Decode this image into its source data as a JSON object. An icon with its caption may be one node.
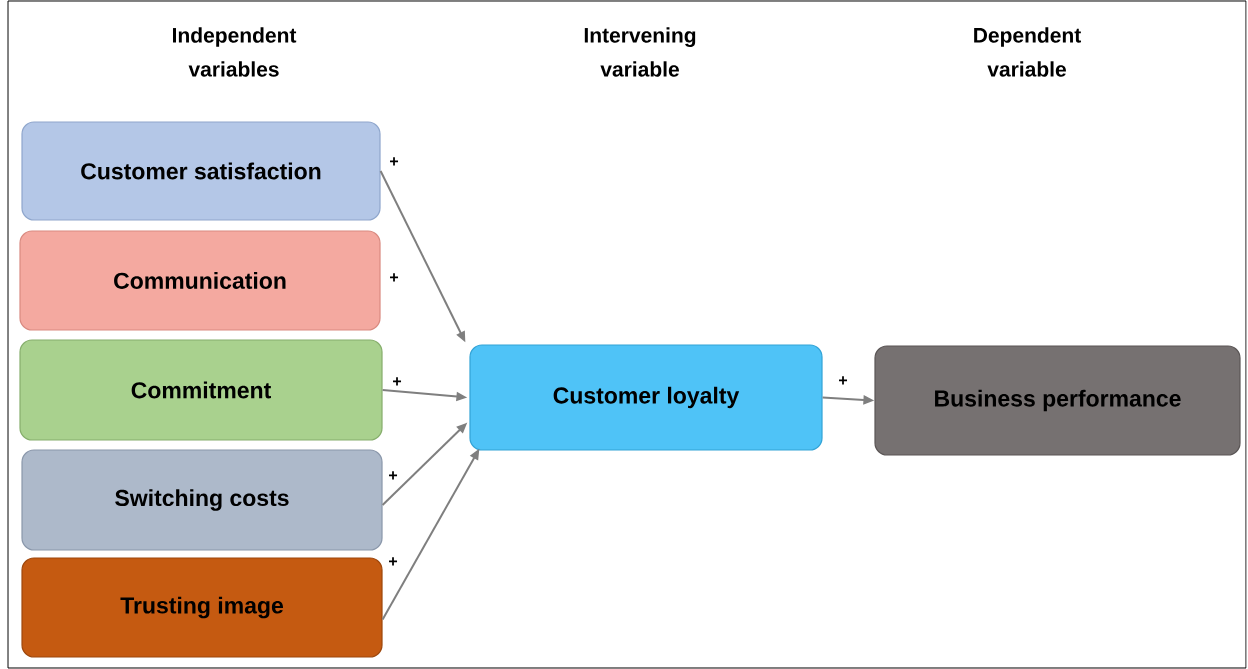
{
  "diagram": {
    "nodes": [
      {
        "text": [
          "Customer satisfaction"
        ]
      },
      {
        "text": [
          "Communication"
        ],
        "beside": [
          "+"
        ]
      },
      {
        "text": [
          "Commitment"
        ]
      },
      {
        "text": [
          "Switching costs"
        ]
      },
      {
        "text": [
          "Trusting image"
        ]
      },
      {
        "text": [
          "Customer loyalty"
        ]
      },
      {
        "text": [
          "Business performance"
        ]
      }
    ],
    "edges": [
      {
        "from": 0,
        "to": 5,
        "arrow": "to",
        "label": "+"
      },
      {
        "from": 2,
        "to": 5,
        "arrow": "to",
        "label": "+"
      },
      {
        "from": 3,
        "to": 5,
        "arrow": "to",
        "label": "+"
      },
      {
        "from": 4,
        "to": 5,
        "arrow": "to",
        "label": "+"
      },
      {
        "from": 5,
        "to": 6,
        "arrow": "to",
        "label": "+"
      }
    ],
    "labels": [
      "Independent variables",
      "Intervening variable",
      "Dependent variable"
    ]
  }
}
